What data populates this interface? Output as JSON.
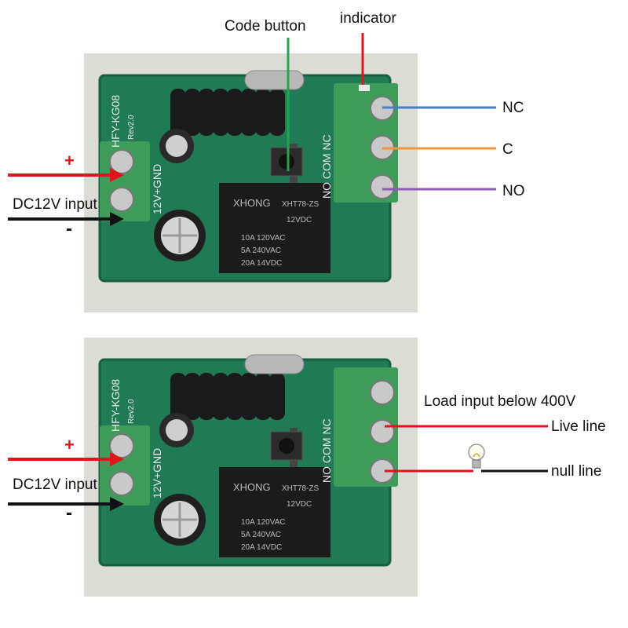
{
  "labels": {
    "code_button": "Code button",
    "indicator": "indicator",
    "nc": "NC",
    "c": "C",
    "no": "NO",
    "dc_input_top": "DC12V input",
    "dc_input_bottom": "DC12V input",
    "plus": "+",
    "minus": "-",
    "load_input": "Load input below 400V",
    "live_line": "Live line",
    "null_line": "null line"
  },
  "board": {
    "model": "HFY-KG08",
    "revision": "Rev2.0",
    "power_pins": "12V+GND",
    "relay_terminals": "NO COM NC",
    "relay_brand": "XHONG",
    "relay_model": "XHT78-ZS",
    "relay_coil": "12VDC",
    "relay_ratings": [
      "10A 120VAC",
      "5A 240VAC",
      "20A 14VDC"
    ]
  },
  "colors": {
    "red": "#e0141c",
    "black": "#111111",
    "green": "#1fa84a",
    "blue": "#4a7ec4",
    "orange": "#f0953a",
    "purple": "#8e5cb5",
    "pcb": "#1f7a55",
    "terminal": "#3f9b5a"
  }
}
